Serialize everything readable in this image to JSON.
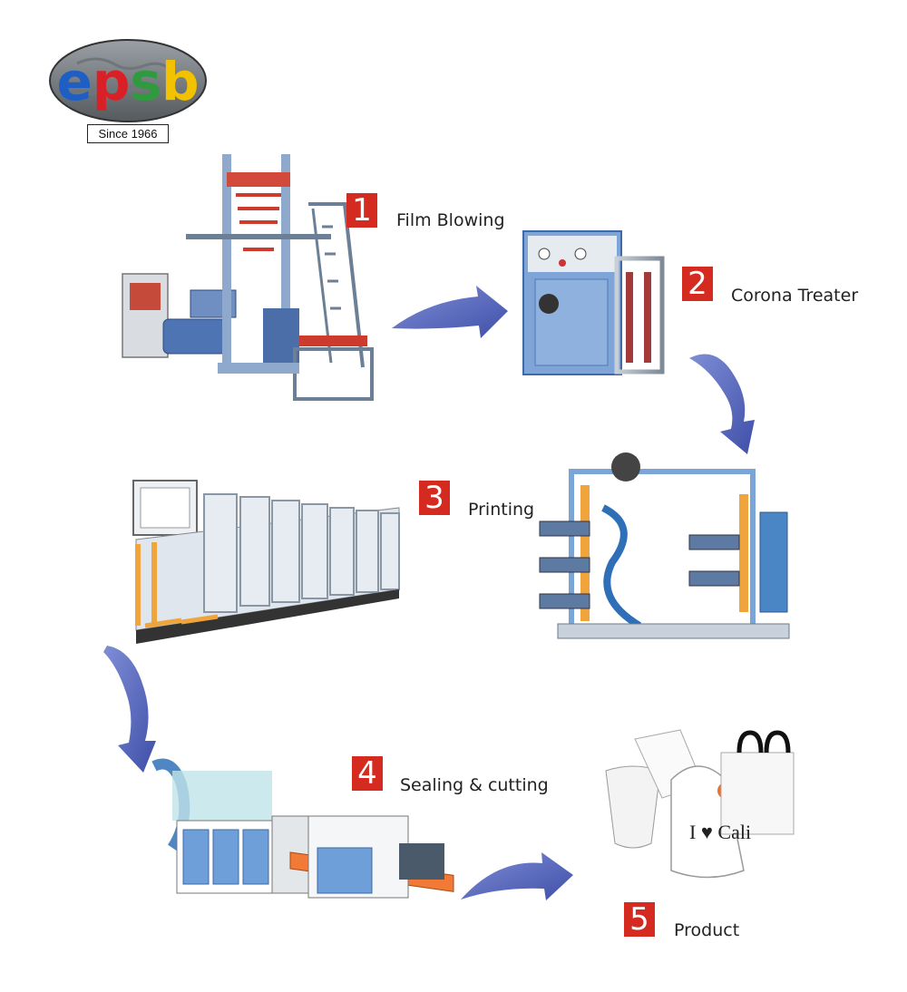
{
  "logo": {
    "letters": [
      {
        "char": "e",
        "color": "#1f5fc4"
      },
      {
        "char": "p",
        "color": "#d92027"
      },
      {
        "char": "s",
        "color": "#2f9a3e"
      },
      {
        "char": "b",
        "color": "#f2c200"
      }
    ],
    "since": "Since 1966"
  },
  "steps": [
    {
      "number": "1",
      "label": "Film Blowing"
    },
    {
      "number": "2",
      "label": "Corona Treater"
    },
    {
      "number": "3",
      "label": "Printing"
    },
    {
      "number": "4",
      "label": "Sealing & cutting"
    },
    {
      "number": "5",
      "label": "Product"
    }
  ],
  "bag_print": "I ♥ Cali",
  "colors": {
    "arrow": "#5c6cbf",
    "badge": "#d42a1f",
    "machine_blue": "#5a8fd0",
    "machine_orange": "#f08a2c"
  }
}
